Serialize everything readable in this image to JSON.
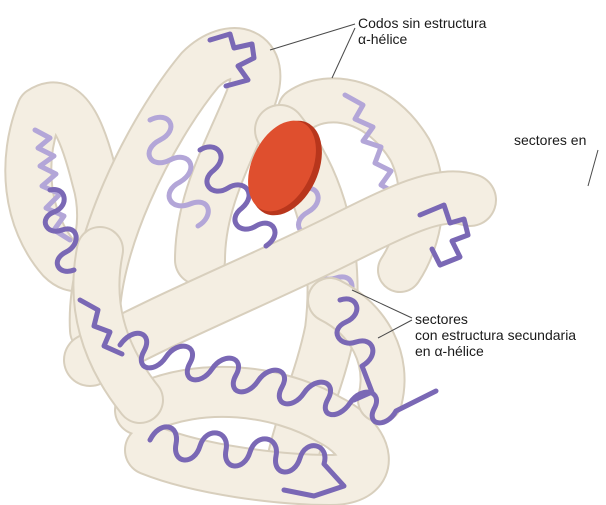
{
  "labels": {
    "elbows_line1": "Codos sin estructura",
    "elbows_line2": "α-hélice",
    "segments_line1": "sectores",
    "segments_line2": "con estructura secundaria",
    "segments_line3": "en α-hélice",
    "segments_right_cut": "sectores en"
  },
  "colors": {
    "tube_fill": "#f4eee2",
    "tube_edge": "#d8cfbd",
    "helix": "#7a68b5",
    "helix_back": "#b3a6d8",
    "heme": "#df4f2e",
    "heme_edge": "#b8361c",
    "leader": "#4a4a4a"
  }
}
